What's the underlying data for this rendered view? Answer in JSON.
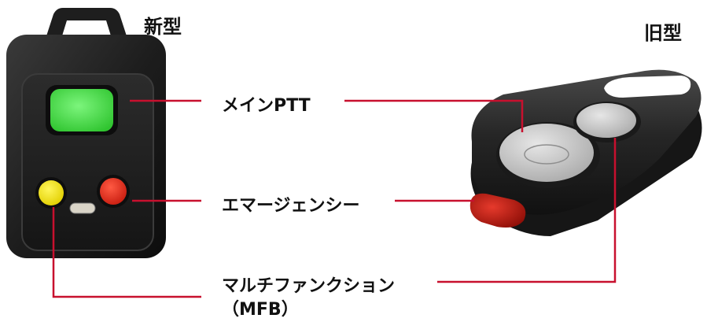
{
  "titles": {
    "new_model": "新型",
    "old_model": "旧型"
  },
  "labels": {
    "main_ptt": "メインPTT",
    "emergency": "エマージェンシー",
    "mfb_line1": "マルチファンクション",
    "mfb_line2": "（MFB）"
  },
  "colors": {
    "leader_line": "#c8102e",
    "new_device_body": "#1c1c1c",
    "ptt_button_new": "#4fe34f",
    "mfb_button_new": "#f2e400",
    "emergency_button": "#e52d1f",
    "old_device_body": "#2a2a2a",
    "old_buttons": "#c9c9c9"
  }
}
